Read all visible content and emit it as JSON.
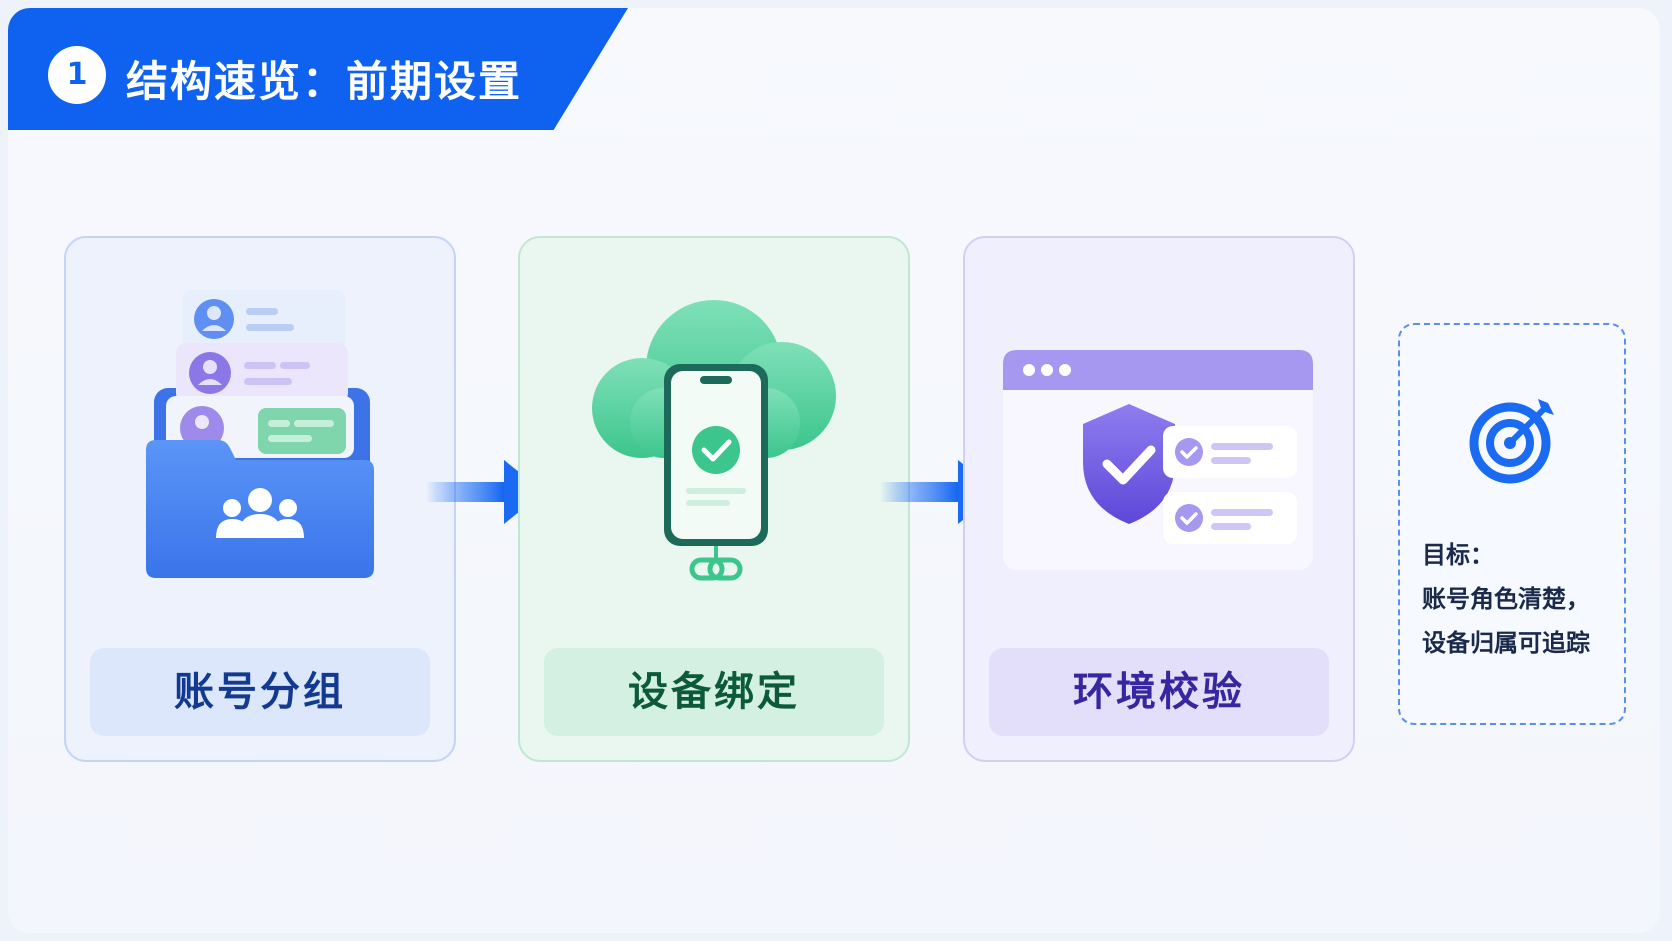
{
  "header": {
    "step_number": "1",
    "title": "结构速览：前期设置"
  },
  "steps": [
    {
      "label": "账号分组",
      "icon": "account-folder-icon"
    },
    {
      "label": "设备绑定",
      "icon": "cloud-phone-link-icon"
    },
    {
      "label": "环境校验",
      "icon": "browser-shield-check-icon"
    }
  ],
  "goal": {
    "icon": "target-icon",
    "heading": "目标：",
    "lines": [
      "账号角色清楚，",
      "设备归属可追踪"
    ]
  },
  "colors": {
    "primary": "#0f62f0",
    "step1": "#3b7bf0",
    "step2": "#3fc98f",
    "step3": "#7b66e8"
  }
}
